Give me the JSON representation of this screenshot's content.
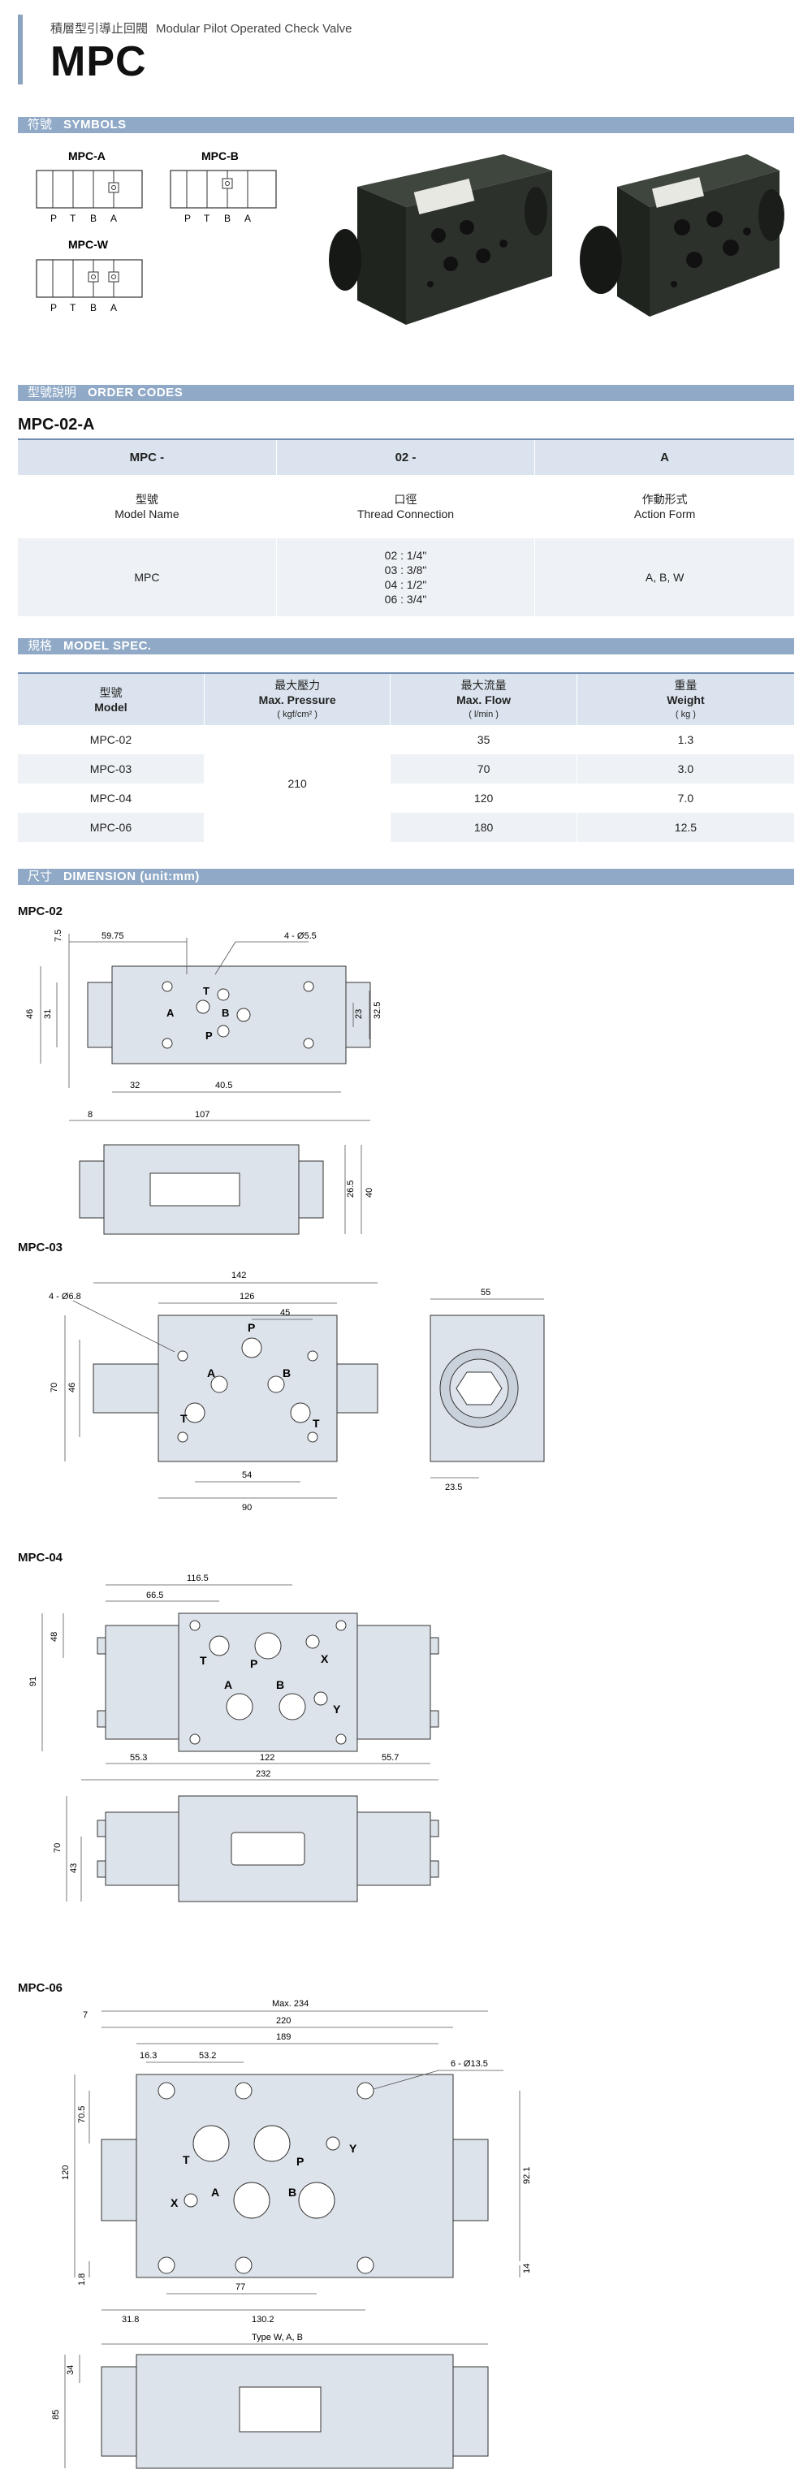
{
  "header": {
    "subtitle_cn": "積層型引導止回閥",
    "subtitle_en": "Modular Pilot Operated Check Valve",
    "title": "MPC"
  },
  "sections": {
    "symbols": {
      "cn": "符號",
      "en": "SYMBOLS"
    },
    "order": {
      "cn": "型號說明",
      "en": "ORDER CODES"
    },
    "spec": {
      "cn": "規格",
      "en": "MODEL SPEC."
    },
    "dimension": {
      "cn": "尺寸",
      "en": "DIMENSION (unit:mm)"
    }
  },
  "symbols": {
    "labels": [
      "MPC-A",
      "MPC-B",
      "MPC-W"
    ],
    "ports": [
      "P",
      "T",
      "B",
      "A"
    ]
  },
  "order_codes": {
    "model": "MPC-02-A",
    "headers": [
      "MPC -",
      "02 -",
      "A"
    ],
    "label_cn": [
      "型號",
      "口徑",
      "作動形式"
    ],
    "label_en": [
      "Model Name",
      "Thread Connection",
      "Action Form"
    ],
    "values": {
      "model": "MPC",
      "threads": [
        "02 : 1/4\"",
        "03 : 3/8\"",
        "04 : 1/2\"",
        "06 : 3/4\""
      ],
      "action": "A, B, W"
    }
  },
  "spec": {
    "headers": [
      {
        "cn": "型號",
        "en": "Model",
        "unit": ""
      },
      {
        "cn": "最大壓力",
        "en": "Max. Pressure",
        "unit": "( kgf/cm² )"
      },
      {
        "cn": "最大流量",
        "en": "Max. Flow",
        "unit": "( l/min )"
      },
      {
        "cn": "重量",
        "en": "Weight",
        "unit": "( kg )"
      }
    ],
    "pressure": "210",
    "rows": [
      {
        "model": "MPC-02",
        "flow": "35",
        "weight": "1.3"
      },
      {
        "model": "MPC-03",
        "flow": "70",
        "weight": "3.0"
      },
      {
        "model": "MPC-04",
        "flow": "120",
        "weight": "7.0"
      },
      {
        "model": "MPC-06",
        "flow": "180",
        "weight": "12.5"
      }
    ]
  },
  "dimensions": {
    "mpc02": {
      "label": "MPC-02",
      "d": {
        "w1": "59.75",
        "holes": "4 - Ø5.5",
        "h": "46",
        "h31": "31",
        "h23": "23",
        "h325": "32.5",
        "h75": "7.5",
        "x32": "32",
        "x405": "40.5",
        "x8": "8",
        "x107": "107",
        "y265": "26.5",
        "y40": "40"
      },
      "ports": [
        "T",
        "A",
        "B",
        "P"
      ]
    },
    "mpc03": {
      "label": "MPC-03",
      "d": {
        "w142": "142",
        "w126": "126",
        "w45": "45",
        "holes": "4 - Ø6.8",
        "h70": "70",
        "h46": "46",
        "x54": "54",
        "x90": "90",
        "s55": "55",
        "s235": "23.5"
      },
      "ports": [
        "P",
        "A",
        "B",
        "T",
        "T"
      ]
    },
    "mpc04": {
      "label": "MPC-04",
      "d": {
        "w1165": "116.5",
        "w665": "66.5",
        "h48": "48",
        "h91": "91",
        "x553": "55.3",
        "x122": "122",
        "x557": "55.7",
        "x232": "232",
        "y70": "70",
        "y43": "43"
      },
      "ports": [
        "T",
        "P",
        "X",
        "A",
        "B",
        "Y"
      ]
    },
    "mpc06": {
      "label": "MPC-06",
      "d": {
        "max": "Max. 234",
        "w7": "7",
        "w220": "220",
        "w189": "189",
        "w163": "16.3",
        "w532": "53.2",
        "holes": "6 - Ø13.5",
        "h705": "70.5",
        "h120": "120",
        "h921": "92.1",
        "h14": "14",
        "h18": "1.8",
        "x77": "77",
        "x318": "31.8",
        "x1302": "130.2",
        "type": "Type W, A, B",
        "y34": "34",
        "y85": "85"
      },
      "ports": [
        "T",
        "P",
        "Y",
        "X",
        "A",
        "B"
      ]
    }
  }
}
